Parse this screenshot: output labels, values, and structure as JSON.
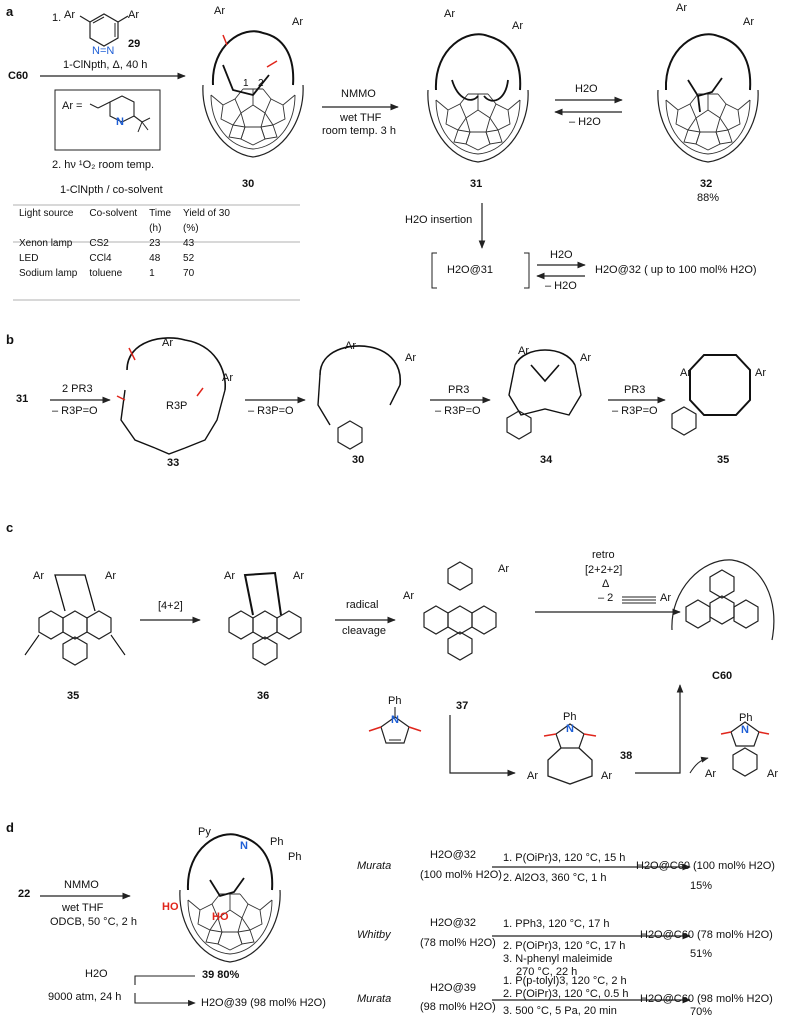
{
  "panel_a": {
    "label": "a",
    "c60": "C60",
    "step1_num": "1.",
    "ar": "Ar",
    "n_eq_n": "N=N",
    "reagent_29": "29",
    "cond1": "1-ClNpth, Δ, 40 h",
    "ar_def": "Ar =",
    "n_atom": "N",
    "step2": "2. hν ¹O₂ room temp.",
    "cond2": "1-ClNpth / co-solvent",
    "cpd_30": "30",
    "pos1": "1",
    "pos2": "2",
    "nmmo": "NMMO",
    "wet_thf": "wet THF",
    "rt3h": "room temp. 3 h",
    "cpd_31": "31",
    "h2o": "H2O",
    "minus_h2o": "– H2O",
    "cpd_32": "32",
    "yield_32": "88%",
    "h2o_insertion": "H2O insertion",
    "h2o_at_31": "H2O@31",
    "h2o_at_32": "H2O@32 ( up to 100 mol% H2O)",
    "table": {
      "headers": [
        "Light source",
        "Co-solvent",
        "Time",
        "Yield of 30"
      ],
      "units": [
        "",
        "",
        "(h)",
        "(%)"
      ],
      "rows": [
        [
          "Xenon lamp",
          "CS2",
          "23",
          "43"
        ],
        [
          "LED",
          "CCl4",
          "48",
          "52"
        ],
        [
          "Sodium lamp",
          "toluene",
          "1",
          "70"
        ]
      ]
    }
  },
  "panel_b": {
    "label": "b",
    "start": "31",
    "reagent1": "2 PR3",
    "byproduct1": "– R3P=O",
    "byproduct2": "– R3P=O",
    "reagent3": "PR3",
    "byproduct3": "– R3P=O",
    "reagent4": "PR3",
    "byproduct4": "– R3P=O",
    "r3p": "R3P",
    "ar": "Ar",
    "cpd_33": "33",
    "cpd_30": "30",
    "cpd_34": "34",
    "cpd_35": "35"
  },
  "panel_c": {
    "label": "c",
    "ar": "Ar",
    "cpd_35": "35",
    "step1": "[4+2]",
    "cpd_36": "36",
    "step2a": "radical",
    "step2b": "cleavage",
    "cpd_37": "37",
    "retro1": "retro",
    "retro2": "[2+2+2]",
    "retro3": "Δ",
    "retro4": "– 2",
    "c60": "C60",
    "ph": "Ph",
    "n_atom": "N",
    "cpd_38": "38"
  },
  "panel_d": {
    "label": "d",
    "start": "22",
    "nmmo": "NMMO",
    "wet_thf": "wet THF",
    "cond": "ODCB, 50 °C, 2 h",
    "py": "Py",
    "ph": "Ph",
    "n_atom": "N",
    "ho": "HO",
    "cpd_39_yield": "39  80%",
    "cpd_39": "39",
    "h2o": "H2O",
    "pressure": "9000 atm, 24 h",
    "h2o_at_39": "H2O@39  (98 mol% H2O)",
    "routes": [
      {
        "author": "Murata",
        "substrate": "H2O@32",
        "content": "(100 mol% H2O)",
        "steps": [
          "1. P(OiPr)3, 120 °C, 15 h",
          "2. Al2O3, 360 °C, 1 h"
        ],
        "product": "H2O@C60 (100 mol% H2O)",
        "yield": "15%"
      },
      {
        "author": "Whitby",
        "substrate": "H2O@32",
        "content": "(78 mol% H2O)",
        "steps": [
          "1. PPh3, 120 °C, 17 h",
          "2. P(OiPr)3, 120 °C, 17 h",
          "3. N-phenyl maleimide",
          "270 °C, 22 h"
        ],
        "product": "H2O@C60 (78 mol% H2O)",
        "yield": "51%"
      },
      {
        "author": "Murata",
        "substrate": "H2O@39",
        "content": "(98 mol% H2O)",
        "steps": [
          "1. P(p-tolyl)3, 120 °C, 2 h",
          "2. P(OiPr)3, 120 °C, 0.5 h",
          "3. 500 °C, 5 Pa, 20 min"
        ],
        "product": "H2O@C60 (98 mol% H2O)",
        "yield": "70%"
      }
    ]
  }
}
